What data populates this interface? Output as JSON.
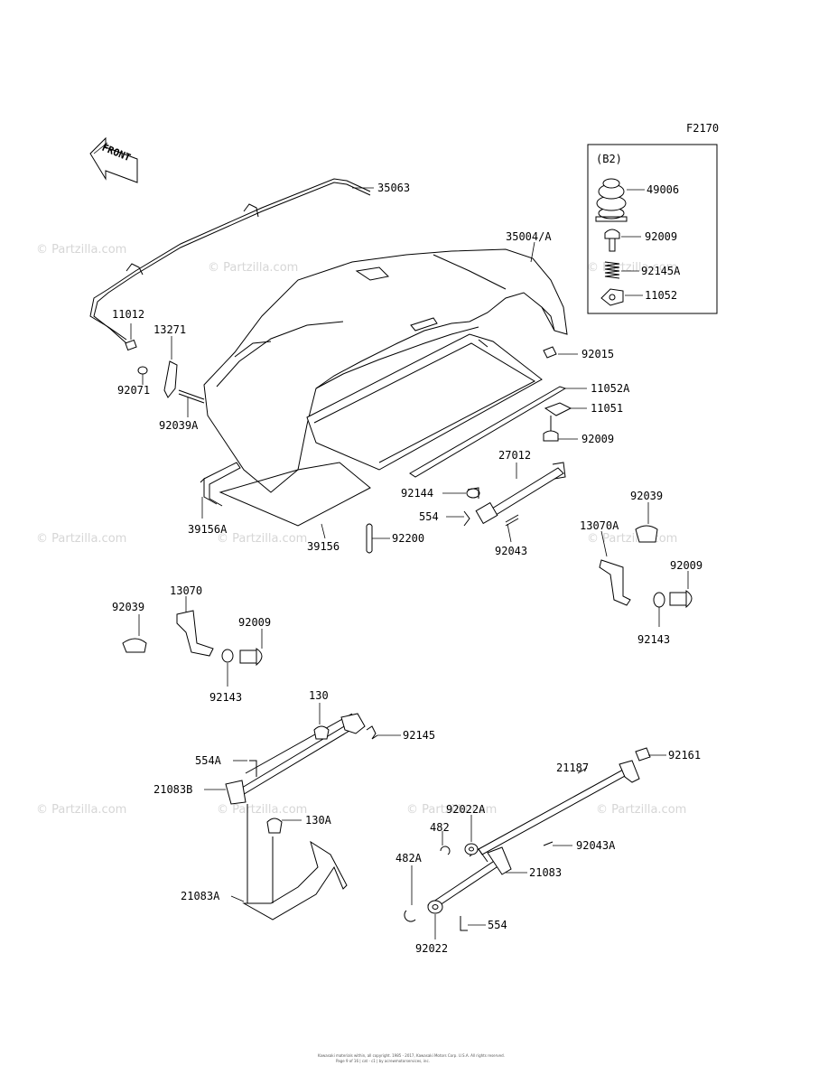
{
  "diagram_code": "F2170",
  "inset_title": "(B2)",
  "front_label": "FRONT",
  "watermark": "© Partzilla.com",
  "footer": {
    "line1": "Kawasaki materials within, all copyright. 1985 - 2017, Kawasaki Motors Corp. U.S.A. All rights reserved.",
    "line2": "Page 9 of 16 | cat - c1 | by acrewmotorservices, inc."
  },
  "parts": {
    "p35063": "35063",
    "p35004A": "35004/A",
    "p11012": "11012",
    "p13271": "13271",
    "p92071": "92071",
    "p92039A": "92039A",
    "p39156A": "39156A",
    "p39156": "39156",
    "p92200": "92200",
    "p49006": "49006",
    "p92009_b2": "92009",
    "p92145A": "92145A",
    "p11052": "11052",
    "p92015": "92015",
    "p11052A": "11052A",
    "p11051": "11051",
    "p92009_a": "92009",
    "p27012": "27012",
    "p92144": "92144",
    "p554": "554",
    "p92043": "92043",
    "p92039_r": "92039",
    "p13070A": "13070A",
    "p92009_r": "92009",
    "p92143_r": "92143",
    "p92039_l": "92039",
    "p13070": "13070",
    "p92009_l": "92009",
    "p92143_l": "92143",
    "p130": "130",
    "p92145": "92145",
    "p554A": "554A",
    "p21083B": "21083B",
    "p130A": "130A",
    "p21083A": "21083A",
    "p21187": "21187",
    "p92161": "92161",
    "p92022A": "92022A",
    "p482": "482",
    "p92043A": "92043A",
    "p482A": "482A",
    "p21083": "21083",
    "p554b": "554",
    "p92022": "92022"
  }
}
